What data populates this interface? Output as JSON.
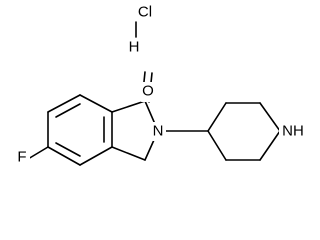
{
  "structure": {
    "atom_labels": {
      "carbonyl_oxygen": "O",
      "lactam_nitrogen": "N",
      "fluorine": "F",
      "piperidine_nh": "NH",
      "chlorine": "Cl",
      "hydrogen": "H"
    },
    "colors": {
      "bond": "#000000",
      "text": "#000000",
      "background": "#ffffff"
    }
  }
}
